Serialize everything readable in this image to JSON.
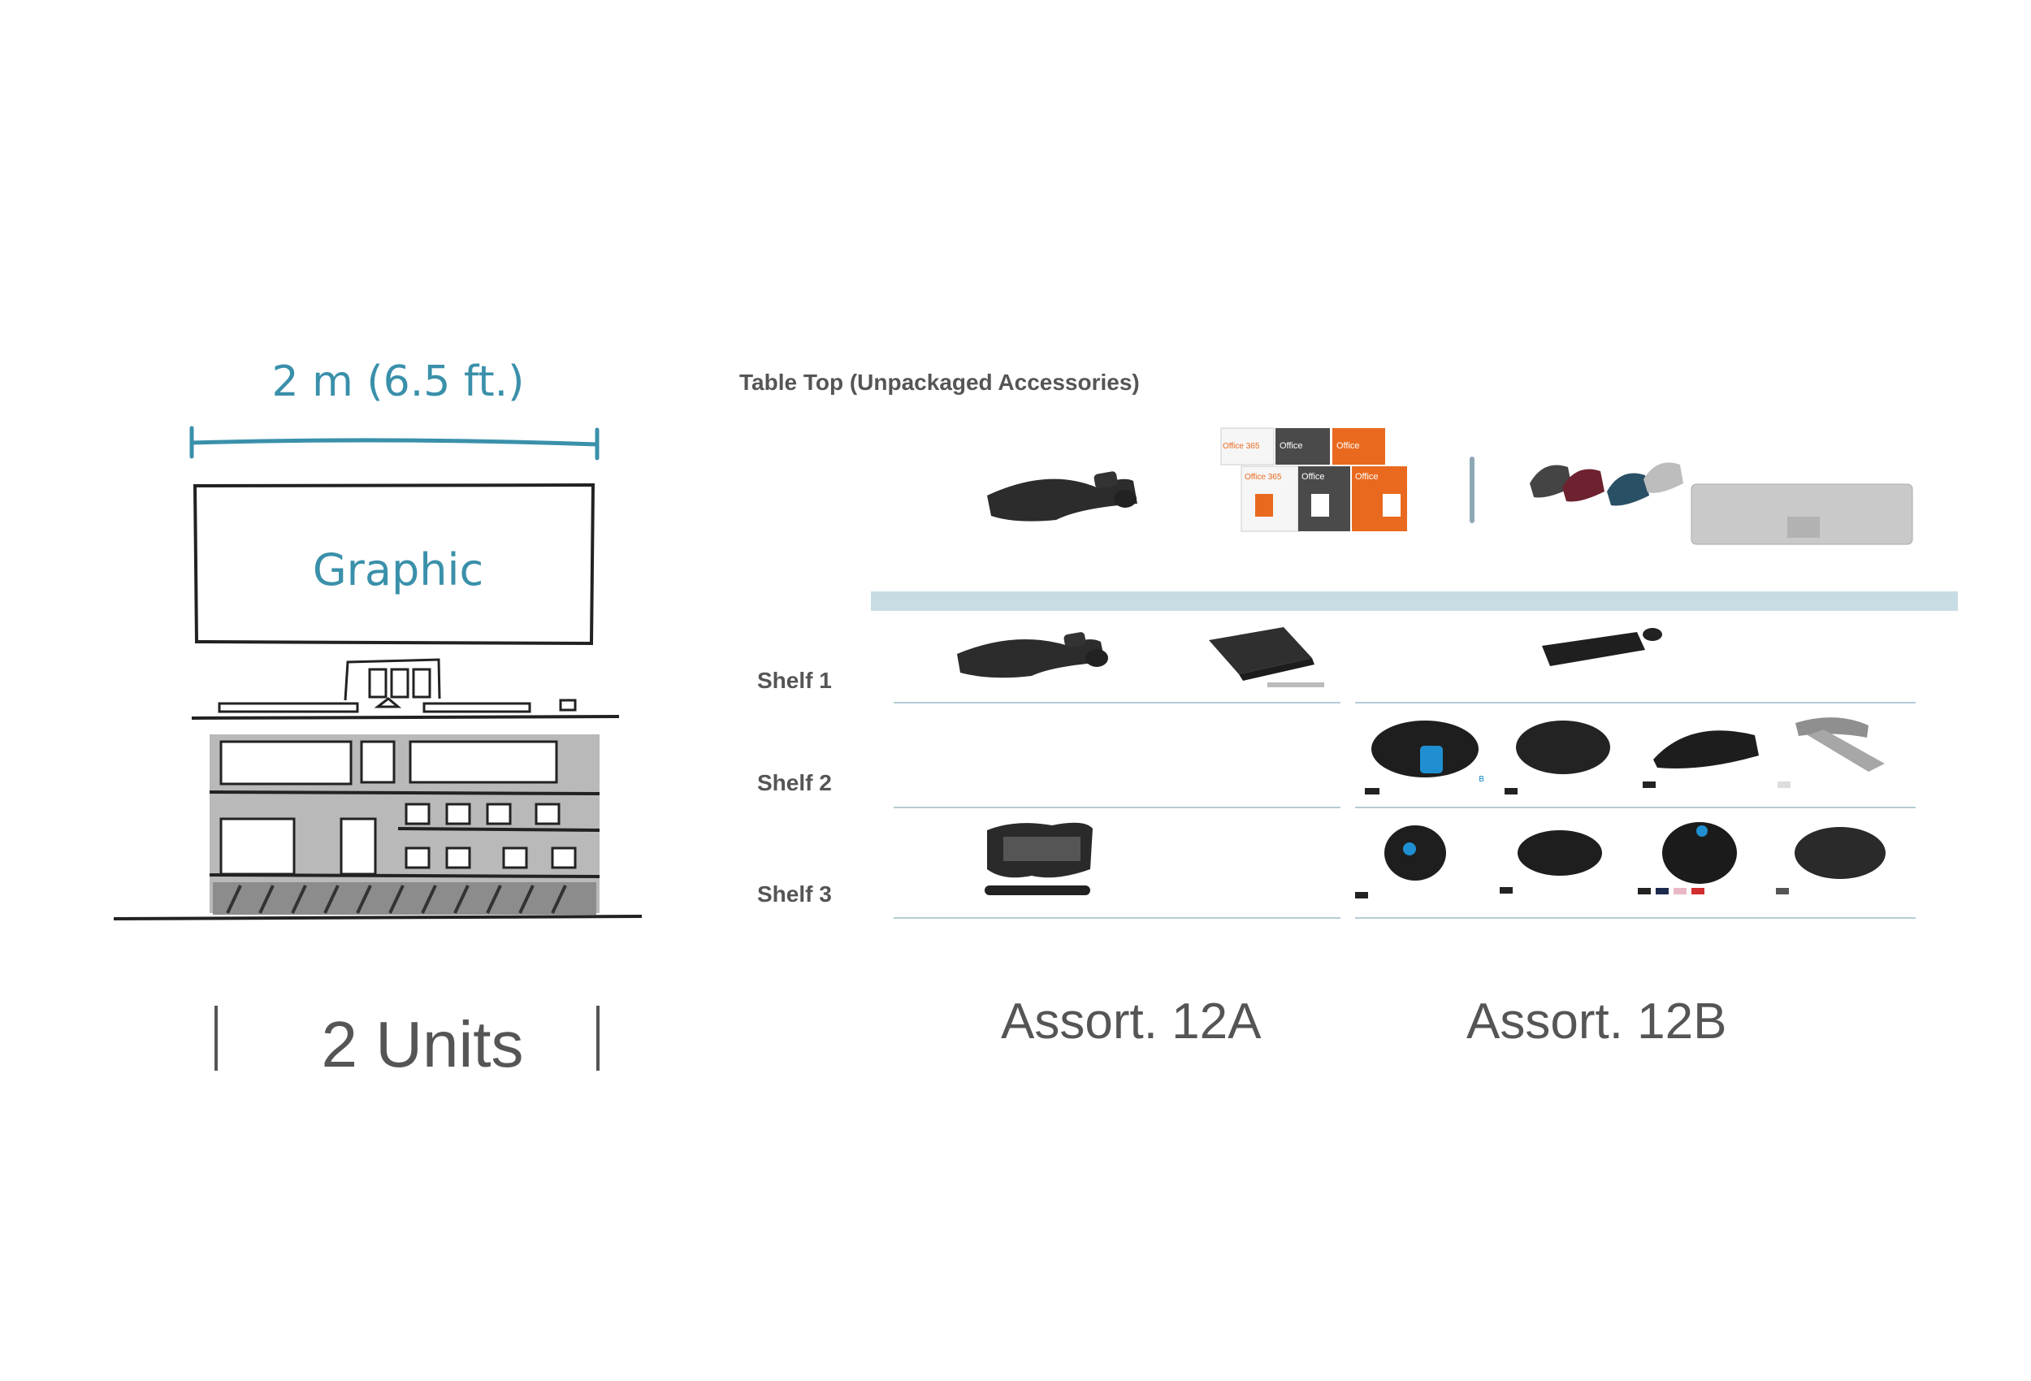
{
  "sketch": {
    "width_label": "2 m (6.5 ft.)",
    "graphic_label": "Graphic",
    "units_label": "2 Units"
  },
  "planogram": {
    "tabletop_label": "Table Top (Unpackaged Accessories)",
    "shelves": [
      {
        "label": "Shelf 1"
      },
      {
        "label": "Shelf 2"
      },
      {
        "label": "Shelf 3"
      }
    ],
    "assortments": [
      {
        "label": "Assort. 12A"
      },
      {
        "label": "Assort. 12B"
      }
    ],
    "office_box_text": [
      "Office 365",
      "Office",
      "Office",
      "Office 365",
      "Office",
      "Office"
    ]
  },
  "colors": {
    "accent_blue": "#3a90aa",
    "divider_band": "#c8dde3",
    "label_gray": "#555555",
    "office_orange": "#e96a1e"
  }
}
